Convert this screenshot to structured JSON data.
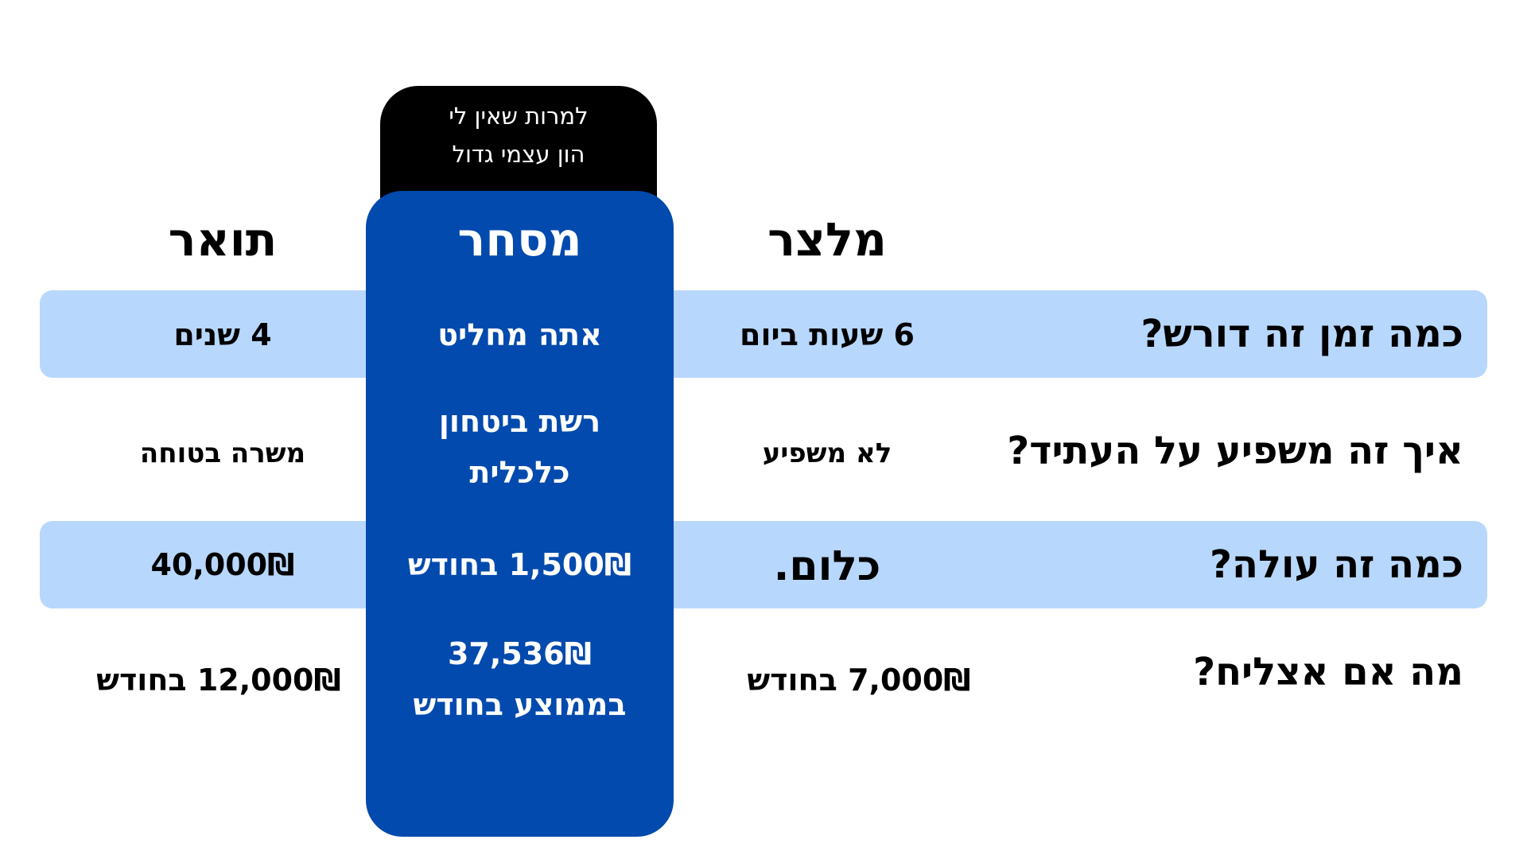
{
  "badge": {
    "lines": [
      "למרות שאין לי",
      "הון עצמי גדול"
    ]
  },
  "columns": {
    "right": "מלצר",
    "middle": "מסחר",
    "left": "תואר"
  },
  "rows": [
    {
      "question": "כמה זמן זה דורש?",
      "right": [
        "6 שעות ביום"
      ],
      "middle": [
        "אתה מחליט"
      ],
      "left": [
        "4 שנים"
      ]
    },
    {
      "question": "איך זה משפיע על העתיד?",
      "right": [
        "לא משפיע"
      ],
      "middle": [
        "רשת ביטחון",
        "כלכלית"
      ],
      "left": [
        "משרה בטוחה"
      ]
    },
    {
      "question": "כמה זה עולה?",
      "right": [
        "כלום."
      ],
      "middle": [
        "1,500₪ בחודש"
      ],
      "left": [
        "40,000₪"
      ]
    },
    {
      "question": "מה אם אצליח?",
      "right": [
        "7,000₪ בחודש"
      ],
      "middle": [
        "37,536₪",
        "בממוצע בחודש"
      ],
      "left": [
        "12,000₪ בחודש"
      ]
    }
  ]
}
